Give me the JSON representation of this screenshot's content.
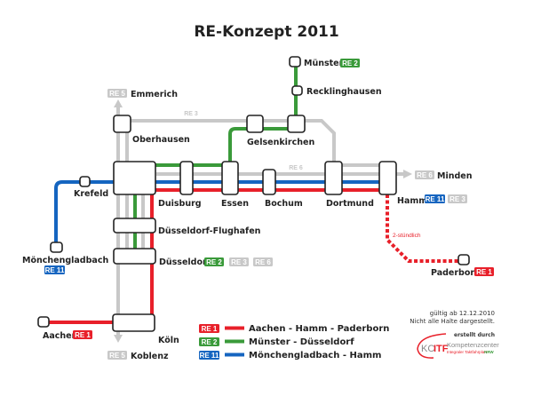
{
  "title": "RE-Konzept 2011",
  "colors": {
    "re1": "#e8202a",
    "re2": "#3a9a3a",
    "re11": "#1565c0",
    "other": "#c8c8c8"
  },
  "stations": {
    "muenster": "Münster",
    "recklinghausen": "Recklinghausen",
    "emmerich": "Emmerich",
    "oberhausen": "Oberhausen",
    "gelsenkirchen": "Gelsenkirchen",
    "krefeld": "Krefeld",
    "duisburg": "Duisburg",
    "essen": "Essen",
    "bochum": "Bochum",
    "dortmund": "Dortmund",
    "hamm": "Hamm",
    "minden": "Minden",
    "moenchengladbach": "Mönchengladbach",
    "duesseldorf_flughafen": "Düsseldorf-Flughafen",
    "duesseldorf": "Düsseldorf",
    "paderborn": "Paderborn",
    "aachen": "Aachen",
    "koeln": "Köln",
    "koblenz": "Koblenz"
  },
  "badges": {
    "re1": "RE 1",
    "re2": "RE 2",
    "re3": "RE 3",
    "re5": "RE 5",
    "re6": "RE 6",
    "re11": "RE 11"
  },
  "line_labels": {
    "re3": "RE 3",
    "re6": "RE 6",
    "frequency": "2-stündlich"
  },
  "legend": [
    {
      "badge": "RE 1",
      "route": "Aachen - Hamm - Paderborn"
    },
    {
      "badge": "RE 2",
      "route": "Münster - Düsseldorf"
    },
    {
      "badge": "RE 11",
      "route": "Mönchengladbach - Hamm"
    }
  ],
  "footer": {
    "valid": "gültig ab 12.12.2010",
    "note": "Nicht alle Halte dargestellt.",
    "created_by": "erstellt durch",
    "logo_kc": "KC",
    "logo_itf": "ITF",
    "logo_name": "Kompetenzcenter",
    "logo_sub": "Integraler Taktfahrplan",
    "logo_nrw": "NRW"
  }
}
